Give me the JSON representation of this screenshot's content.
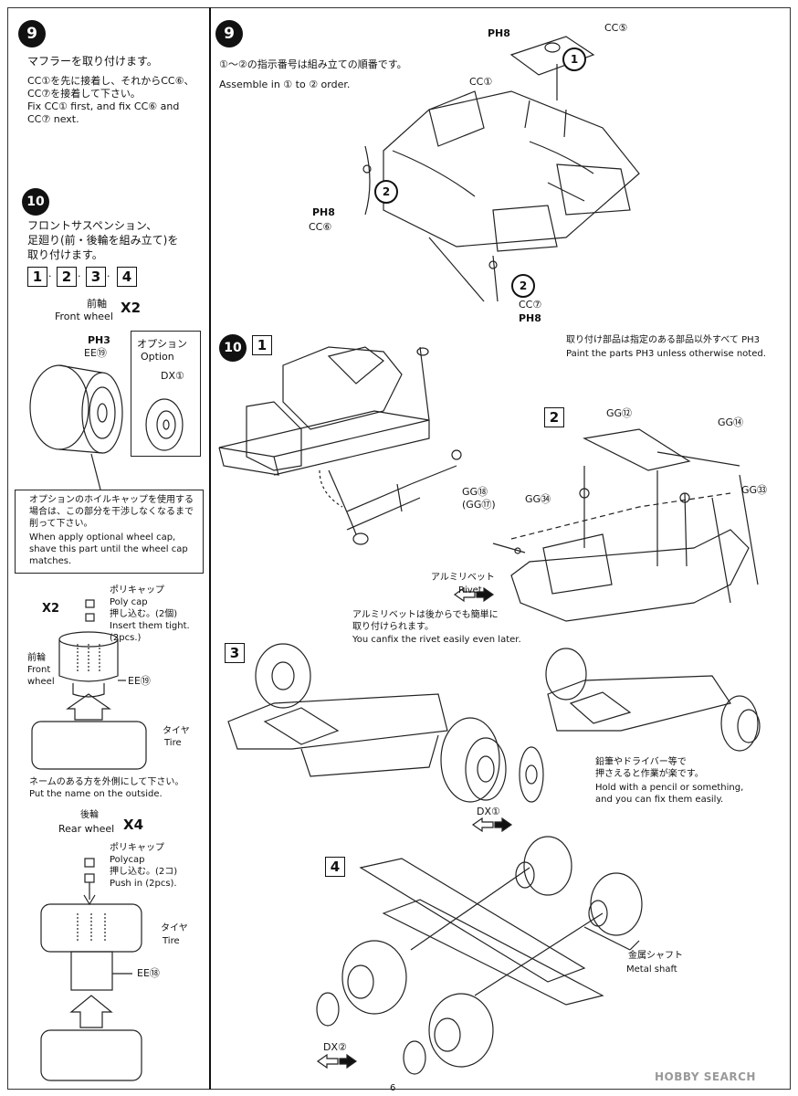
{
  "step9_left": {
    "number": "9",
    "title": "マフラーを取り付けます。",
    "jp_line1": "CC①を先に接着し、それからCC⑥、",
    "jp_line2": "CC⑦を接着して下さい。",
    "en_line1": "Fix CC① first, and fix CC⑥ and",
    "en_line2": "CC⑦ next."
  },
  "step10_left": {
    "number": "10",
    "title1": "フロントサスペンション、",
    "title2": "足廻り(前・後輪を組み立て)を",
    "title3": "取り付けます。",
    "substeps": [
      "1",
      "2",
      "3",
      "4"
    ],
    "front_wheel_jp": "前軸",
    "front_wheel_en": "Front wheel",
    "front_mark": "X2",
    "ph_label": "PH3",
    "ee_label": "EE⑲",
    "option_jp": "オプション",
    "option_en": "Option",
    "dx_label": "DX①",
    "note_jp1": "オプションのホイルキャップを使用する",
    "note_jp2": "場合は、この部分を干渉しなくなるまで",
    "note_jp3": "削って下さい。",
    "note_en1": "When apply optional wheel cap,",
    "note_en2": "shave this part until the wheel cap",
    "note_en3": "matches.",
    "polycap_jp": "ポリキャップ",
    "polycap_en": "Poly cap",
    "insert_jp": "押し込む。(2個)",
    "insert_en": "Insert them tight.",
    "insert_count": "(2pcs.)",
    "front_wheel2_jp": "前輪",
    "front_wheel2_en1": "Front",
    "front_wheel2_en2": "wheel",
    "ee19": "EE⑲",
    "tire_jp": "タイヤ",
    "tire_en": "Tire",
    "name_jp": "ネームのある方を外側にして下さい。",
    "name_en": "Put the name on the outside.",
    "rear_wheel_jp": "後輪",
    "rear_wheel_en": "Rear wheel",
    "rear_mark": "X4",
    "polycap2_jp": "ポリキャップ",
    "polycap2_en": "Polycap",
    "push_jp": "押し込む。(2コ)",
    "push_en": "Push in (2pcs).",
    "tire2_jp": "タイヤ",
    "tire2_en": "Tire",
    "ee18": "EE⑱"
  },
  "step9_right": {
    "number": "9",
    "order_jp": "①～②の指示番号は組み立ての順番です。",
    "order_en": "Assemble in ① to ② order.",
    "ph8_top": "PH8",
    "cc5": "CC⑤",
    "cc1": "CC①",
    "ph8_left": "PH8",
    "cc6": "CC⑥",
    "cc7": "CC⑦",
    "ph8_bottom": "PH8",
    "order1": "1",
    "order2": "2"
  },
  "step10_right": {
    "number": "10",
    "sub1": "1",
    "paint_jp": "取り付け部品は指定のある部品以外すべて PH3",
    "paint_en": "Paint the parts PH3 unless otherwise noted.",
    "sub2": "2",
    "gg12": "GG⑫",
    "gg14": "GG⑭",
    "gg34": "GG㉞",
    "gg33": "GG㉝",
    "gg18": "GG⑱",
    "gg17": "(GG⑰)",
    "rivet_jp": "アルミリベット",
    "rivet_en": "Rivet",
    "rivet_note_jp1": "アルミリベットは後からでも簡単に",
    "rivet_note_jp2": "取り付けられます。",
    "rivet_note_en": "You canfix the rivet easily even later.",
    "sub3": "3",
    "dx1": "DX①",
    "pencil_jp1": "鉛筆やドライバー等で",
    "pencil_jp2": "押さえると作業が楽です。",
    "pencil_en1": "Hold with a pencil or something,",
    "pencil_en2": "and you can fix them easily.",
    "sub4": "4",
    "shaft_jp": "金属シャフト",
    "shaft_en": "Metal shaft",
    "dx2": "DX②"
  },
  "footer": {
    "page": "6",
    "logo": "HOBBY SEARCH"
  }
}
